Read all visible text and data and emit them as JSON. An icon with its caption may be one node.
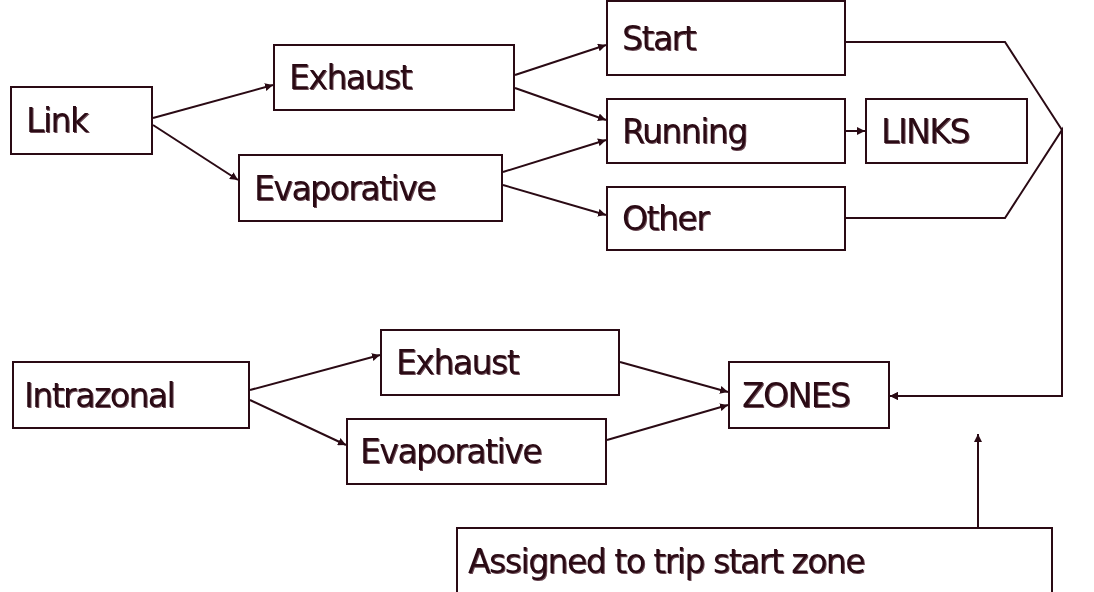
{
  "diagram": {
    "nodes": [
      {
        "text": [
          "Link"
        ]
      },
      {
        "text": [
          "Exhaust"
        ]
      },
      {
        "text": [
          "Evaporative"
        ]
      },
      {
        "text": [
          "Start"
        ]
      },
      {
        "text": [
          "Running"
        ]
      },
      {
        "text": [
          "Other"
        ]
      },
      {
        "text": [
          "LINKS"
        ]
      },
      {
        "text": [
          "Intrazonal"
        ]
      },
      {
        "text": [
          "Exhaust"
        ]
      },
      {
        "text": [
          "Evaporative"
        ]
      },
      {
        "text": [
          "ZONES"
        ]
      },
      {
        "text": [
          "Assigned to trip start zone"
        ]
      }
    ],
    "edges": [
      {
        "from": 0,
        "to": 1,
        "arrow": "to"
      },
      {
        "from": 0,
        "to": 2,
        "arrow": "to"
      },
      {
        "from": 1,
        "to": 3,
        "arrow": "to"
      },
      {
        "from": 1,
        "to": 4,
        "arrow": "to"
      },
      {
        "from": 2,
        "to": 4,
        "arrow": "to"
      },
      {
        "from": 2,
        "to": 5,
        "arrow": "to"
      },
      {
        "from": 4,
        "to": 6,
        "arrow": "to"
      },
      {
        "from": 3,
        "to": 10,
        "arrow": "to"
      },
      {
        "from": 5,
        "to": 10,
        "arrow": "to"
      },
      {
        "from": 7,
        "to": 8,
        "arrow": "to"
      },
      {
        "from": 7,
        "to": 9,
        "arrow": "to"
      },
      {
        "from": 8,
        "to": 10,
        "arrow": "to"
      },
      {
        "from": 9,
        "to": 10,
        "arrow": "to"
      },
      {
        "from": 11,
        "to": null,
        "arrow": "to"
      }
    ]
  }
}
